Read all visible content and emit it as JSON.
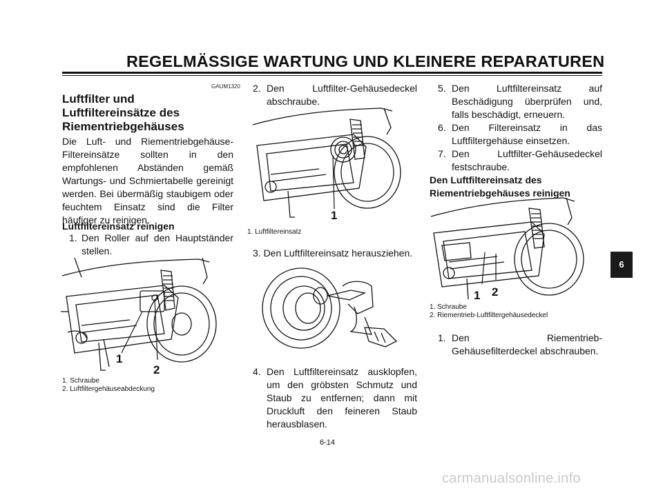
{
  "header": {
    "title": "REGELMÄSSIGE WARTUNG UND KLEINERE REPARATUREN"
  },
  "left": {
    "code": "GAUM1320",
    "heading": [
      "Luftfilter und",
      "Luftfiltereinsätze des",
      "Riementriebgehäuses"
    ],
    "intro": "Die Luft- und Riementriebgehäuse-Filtereinsätze sollten in den empfohlenen Abständen gemäß Wartungs- und Schmiertabelle gereinigt werden. Bei übermäßig staubigem oder feuchtem Einsatz sind die Filter häufiger zu reinigen.",
    "subhead": "Luftfiltereinsatz reinigen",
    "step1_num": "1.",
    "step1_text": "Den Roller auf den Hauptständer stellen.",
    "callout1": "1",
    "callout2": "2",
    "caption1": "1. Schraube",
    "caption2": "2. Luftfiltergehäuseabdeckung"
  },
  "middle": {
    "step2_num": "2.",
    "step2_text": "Den Luftfilter-Gehäusedeckel abschraube.",
    "callout1": "1",
    "caption1": "1. Luftfiltereinsatz",
    "step3_text": "3.  Den Luftfiltereinsatz herausziehen.",
    "step4_num": "4.",
    "step4_text": "Den Luftfiltereinsatz ausklopfen, um den gröbsten Schmutz und Staub zu entfernen; dann mit Druckluft den feineren Staub herausblasen."
  },
  "right": {
    "step5_num": "5.",
    "step5_text": "Den Luftfiltereinsatz auf Beschädigung überprüfen und, falls beschädigt, erneuern.",
    "step6_num": "6.",
    "step6_text": "Den Filtereinsatz in das Luftfiltergehäuse einsetzen.",
    "step7_num": "7.",
    "step7_text": "Den Luftfilter-Gehäusedeckel festschraube.",
    "subhead": [
      "Den Luftfiltereinsatz des",
      "Riementriebgehäuses reinigen"
    ],
    "callout1": "1",
    "callout2": "2",
    "caption1": "1. Schraube",
    "caption2": "2. Riementrieb-Luftfiltergehäusedeckel",
    "step1_num": "1.",
    "step1_text": "Den Riementrieb-Gehäusefilterdeckel abschrauben."
  },
  "side_tab": "6",
  "page_number": "6-14",
  "watermark": "carmanualsonline.info"
}
